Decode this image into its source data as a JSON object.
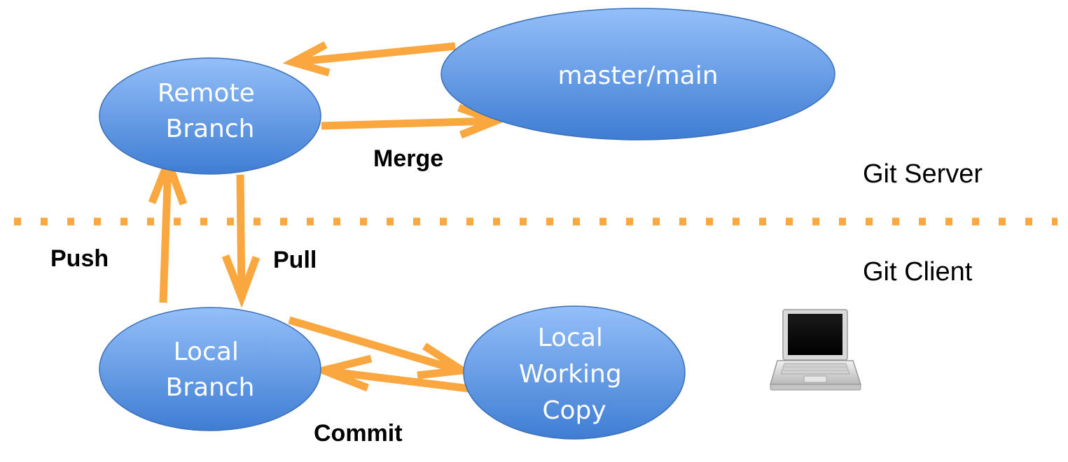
{
  "nodes": {
    "remote_branch": {
      "lines": [
        "Remote",
        "Branch"
      ]
    },
    "master_main": {
      "lines": [
        "master/main"
      ]
    },
    "local_branch": {
      "lines": [
        "Local",
        "Branch"
      ]
    },
    "local_working_copy": {
      "lines": [
        "Local",
        "Working",
        "Copy"
      ]
    }
  },
  "edges": {
    "merge": "Merge",
    "push": "Push",
    "pull": "Pull",
    "commit": "Commit"
  },
  "zones": {
    "server": "Git Server",
    "client": "Git Client"
  },
  "icons": {
    "client_device": "laptop-icon"
  },
  "colors": {
    "node_fill_top": "#94BFF9",
    "node_fill_bottom": "#3F7DD3",
    "node_stroke": "#3A6FB8",
    "arrow": "#F9A73E",
    "divider": "#F9A73E"
  }
}
